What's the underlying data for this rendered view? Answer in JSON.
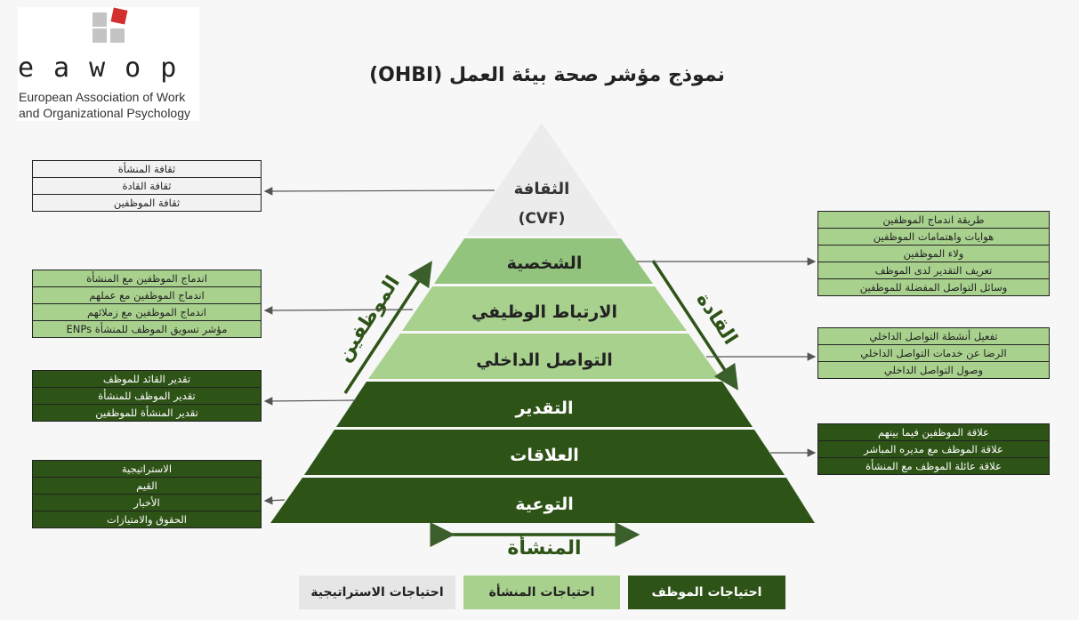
{
  "logo": {
    "wordmark": "eawop",
    "line1": "European Association of Work",
    "line2": "and Organizational Psychology"
  },
  "title": "نموذج مؤشر صحة بيئة العمل (OHBI)",
  "pyramid": {
    "levels": [
      {
        "label": "الثقافة",
        "sub": "(CVF)",
        "tone": "gray"
      },
      {
        "label": "الشخصية",
        "tone": "light"
      },
      {
        "label": "الارتباط الوظيفي",
        "tone": "light"
      },
      {
        "label": "التواصل الداخلي",
        "tone": "light"
      },
      {
        "label": "التقدير",
        "tone": "dark"
      },
      {
        "label": "العلاقات",
        "tone": "dark"
      },
      {
        "label": "التوعية",
        "tone": "dark"
      }
    ],
    "side_left": "الموظفين",
    "side_right": "القادة",
    "bottom": "المنشأة"
  },
  "boxes": {
    "culture": [
      "ثقافة المنشأة",
      "ثقافة القادة",
      "ثقافة الموظفين"
    ],
    "engagement": [
      "اندماج الموظفين مع المنشأة",
      "اندماج الموظفين مع عملهم",
      "اندماج الموظفين مع زملائهم",
      "مؤشر تسويق الموظف للمنشأة ENPs"
    ],
    "recognition": [
      "تقدير القائد للموظف",
      "تقدير الموظف للمنشأة",
      "تقدير المنشأة للموظفين"
    ],
    "awareness": [
      "الاستراتيجية",
      "القيم",
      "الأخبار",
      "الحقوق والامتيازات"
    ],
    "personality": [
      "طريقة اندماج الموظفين",
      "هوايات واهتمامات الموظفين",
      "ولاء الموظفين",
      "تعريف التقدير لدى الموظف",
      "وسائل التواصل المفضلة للموظفين"
    ],
    "communication": [
      "تفعيل أنشطة التواصل الداخلي",
      "الرضا عن خدمات التواصل الداخلي",
      "وصول التواصل الداخلي"
    ],
    "relations": [
      "علاقة الموظفين فيما بينهم",
      "علاقة الموظف مع مديره المباشر",
      "علاقة عائلة الموظف مع المنشأة"
    ]
  },
  "legend": {
    "strategic": "احتياجات الاستراتيجية",
    "org": "احتياجات المنشأة",
    "employee": "احتياجات الموظف"
  },
  "colors": {
    "gray": "#ececec",
    "light": "#a9d18e",
    "light_alt": "#93c47d",
    "dark": "#2e5317",
    "logo_red": "#d32f2f",
    "logo_gray": "#c4c4c4"
  }
}
